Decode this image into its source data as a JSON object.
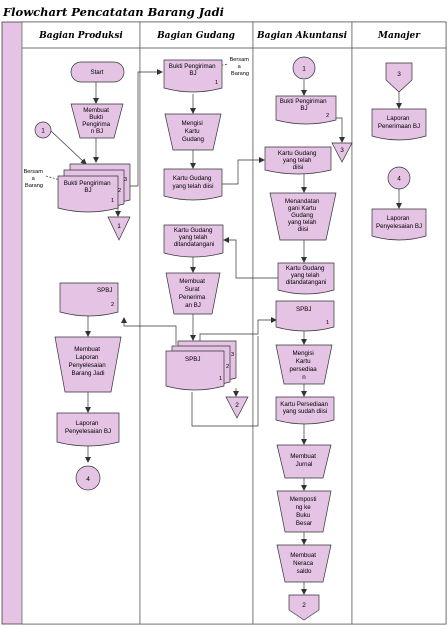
{
  "title": "Flowchart Pencatatan Barang Jadi",
  "colors": {
    "lane": "#e4c3e4",
    "line": "#333333",
    "bg": "#ffffff"
  },
  "columns": {
    "produksi": "Bagian Produksi",
    "gudang": "Bagian Gudang",
    "akuntansi": "Bagian Akuntansi",
    "manajer": "Manajer"
  },
  "produksi": {
    "start": "Start",
    "proc1": [
      "Membuat",
      "Bukti",
      "Pengirima",
      "n BJ"
    ],
    "connector1": "1",
    "side_note": [
      "Bersam",
      "a",
      "Barang"
    ],
    "doc_bukti": [
      "Bukti Pengiriman",
      "BJ"
    ],
    "doc_nums": [
      "1",
      "2",
      "3"
    ],
    "offpage1": "1",
    "doc_spbj": "SPBJ",
    "doc_spbj_num": "2",
    "proc2": [
      "Membuat",
      "Laporan",
      "Penyelesaian",
      "Barang Jadi"
    ],
    "doc_laporan": "Laporan",
    "doc_laporan2": "Penyelesaian BJ",
    "connector4": "4"
  },
  "gudang": {
    "doc_bukti": [
      "Bukti Pengiriman",
      "BJ"
    ],
    "doc_bukti_num": "1",
    "side_note": [
      "Bersam",
      "a",
      "Barang"
    ],
    "proc1": [
      "Mengisi",
      "Kartu",
      "Gudang"
    ],
    "doc_kartu": [
      "Kartu Gudang",
      "yang telah diisi"
    ],
    "doc_kartu_ttd": [
      "Kartu Gudang",
      "yang telah",
      "ditandatangani"
    ],
    "proc2": [
      "Membuat",
      "Surat",
      "Penerima",
      "an BJ"
    ],
    "doc_spbj": "SPBJ",
    "doc_nums": [
      "1",
      "2",
      "3"
    ],
    "offpage2": "2"
  },
  "akuntansi": {
    "connector1": "1",
    "doc_bukti": [
      "Bukti Pengiriman",
      "BJ"
    ],
    "doc_bukti_num": "2",
    "offpage3": "3",
    "doc_kartu": [
      "Kartu Gudang",
      "yang telah",
      "diisi"
    ],
    "proc1": [
      "Menandatan",
      "gani Kartu",
      "Gudang",
      "yang telah",
      "diisi"
    ],
    "doc_kartu_ttd": [
      "Kartu Gudang",
      "yang telah",
      "ditandatangani"
    ],
    "doc_spbj": "SPBJ",
    "doc_spbj_num": "1",
    "proc2": [
      "Mengisi",
      "Kartu",
      "persediaa",
      "n"
    ],
    "doc_persediaan": [
      "Kartu Persediaan",
      "yang sudah diisi"
    ],
    "proc3": [
      "Membuat",
      "Jurnal"
    ],
    "proc4": [
      "Memposti",
      "ng ke",
      "Buku",
      "Besar"
    ],
    "proc5": [
      "Membuat",
      "Neraca",
      "saldo"
    ],
    "offpage2": "2"
  },
  "manajer": {
    "offpage3": "3",
    "doc_penerimaan": [
      "Laporan",
      "Penerimaan BJ"
    ],
    "connector4": "4",
    "doc_penyelesaian": [
      "Laporan",
      "Penyelesaian BJ"
    ]
  }
}
